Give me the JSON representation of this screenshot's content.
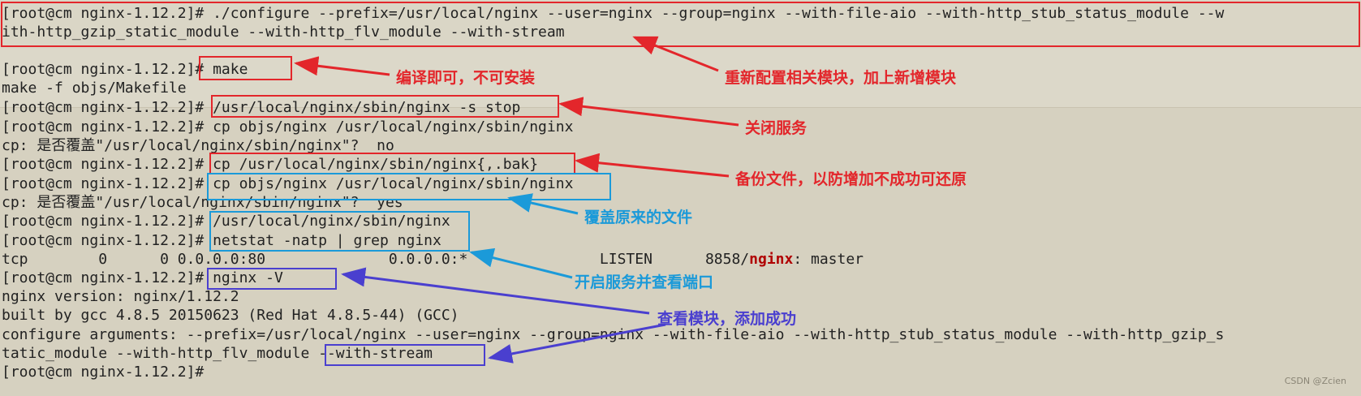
{
  "terminal": {
    "lines": [
      "[root@cm nginx-1.12.2]# ./configure --prefix=/usr/local/nginx --user=nginx --group=nginx --with-file-aio --with-http_stub_status_module --w",
      "ith-http_gzip_static_module --with-http_flv_module --with-stream",
      "",
      "[root@cm nginx-1.12.2]# make",
      "make -f objs/Makefile",
      "[root@cm nginx-1.12.2]# /usr/local/nginx/sbin/nginx -s stop",
      "[root@cm nginx-1.12.2]# cp objs/nginx /usr/local/nginx/sbin/nginx",
      "cp: 是否覆盖\"/usr/local/nginx/sbin/nginx\"?  no",
      "[root@cm nginx-1.12.2]# cp /usr/local/nginx/sbin/nginx{,.bak}",
      "[root@cm nginx-1.12.2]# cp objs/nginx /usr/local/nginx/sbin/nginx",
      "cp: 是否覆盖\"/usr/local/nginx/sbin/nginx\"?  yes",
      "[root@cm nginx-1.12.2]# /usr/local/nginx/sbin/nginx",
      "[root@cm nginx-1.12.2]# netstat -natp | grep nginx",
      "",
      "[root@cm nginx-1.12.2]# nginx -V",
      "nginx version: nginx/1.12.2",
      "built by gcc 4.8.5 20150623 (Red Hat 4.8.5-44) (GCC)",
      "configure arguments: --prefix=/usr/local/nginx --user=nginx --group=nginx --with-file-aio --with-http_stub_status_module --with-http_gzip_s",
      "tatic_module --with-http_flv_module --with-stream",
      "[root@cm nginx-1.12.2]#"
    ],
    "netstat_line": {
      "prefix": "tcp        0      0 0.0.0.0:80              0.0.0.0:*               LISTEN      8858/",
      "highlight": "nginx",
      "suffix": ": master"
    }
  },
  "annotations": {
    "reconfigure": "重新配置相关模块，加上新增模块",
    "compile_only": "编译即可，不可安装",
    "stop_service": "关闭服务",
    "backup": "备份文件，以防增加不成功可还原",
    "overwrite": "覆盖原来的文件",
    "start_check_port": "开启服务并查看端口",
    "check_modules": "查看模块，添加成功"
  },
  "watermark": "CSDN @Zcien",
  "colors": {
    "red": "#e3262b",
    "blue": "#1b9ad9",
    "purple": "#4a3fcf",
    "background": "#d6d1c0"
  }
}
